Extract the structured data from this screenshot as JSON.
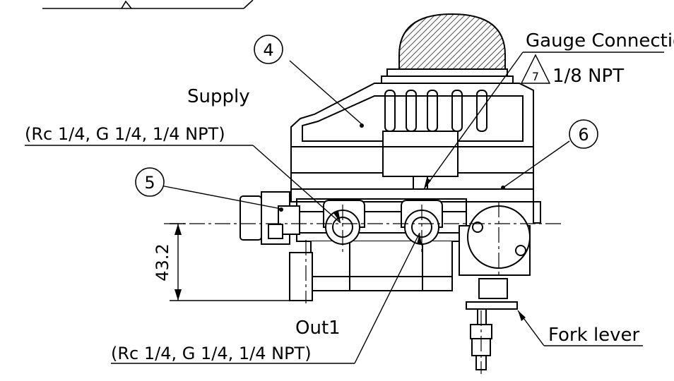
{
  "callouts": {
    "item4": "4",
    "item5": "5",
    "item6": "6",
    "rev": "7"
  },
  "labels": {
    "gauge_title": "Gauge Connection",
    "gauge_spec": "1/8 NPT",
    "supply_title": "Supply",
    "supply_spec": "(Rc 1/4, G 1/4, 1/4 NPT)",
    "out_title": "Out1",
    "out_spec": "(Rc 1/4, G 1/4, 1/4 NPT)",
    "fork": "Fork lever"
  },
  "dimensions": {
    "height": "43.2"
  }
}
